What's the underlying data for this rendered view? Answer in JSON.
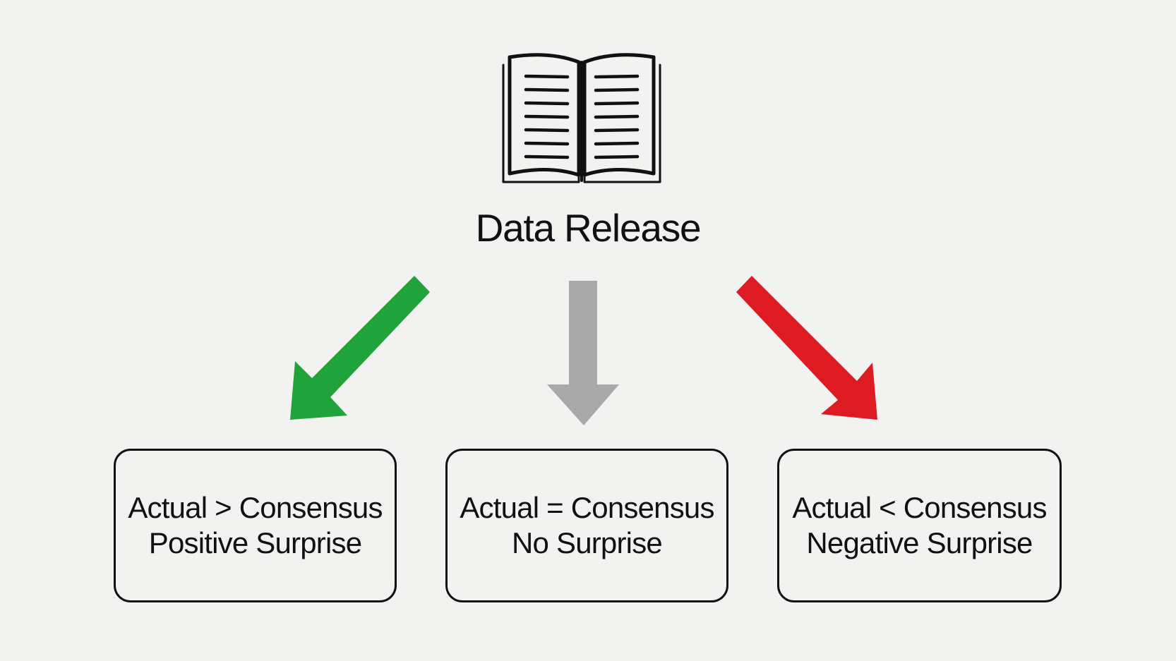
{
  "diagram": {
    "title": "Data Release",
    "outcomes": [
      {
        "condition": "Actual > Consensus",
        "result": "Positive Surprise",
        "arrow_color": "#1fa33a"
      },
      {
        "condition": "Actual = Consensus",
        "result": "No Surprise",
        "arrow_color": "#a9a9a9"
      },
      {
        "condition": "Actual < Consensus",
        "result": "Negative Surprise",
        "arrow_color": "#de1b22"
      }
    ]
  },
  "icons": {
    "source": "open-book-icon",
    "flow_arrows": "arrow-icon"
  }
}
